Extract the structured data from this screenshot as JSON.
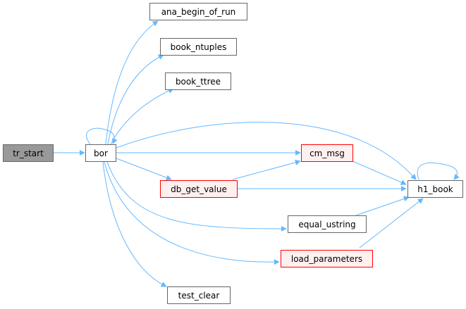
{
  "nodes": {
    "tr_start": "tr_start",
    "bor": "bor",
    "ana_begin_of_run": "ana_begin_of_run",
    "book_ntuples": "book_ntuples",
    "book_ttree": "book_ttree",
    "cm_msg": "cm_msg",
    "db_get_value": "db_get_value",
    "h1_book": "h1_book",
    "equal_ustring": "equal_ustring",
    "load_parameters": "load_parameters",
    "test_clear": "test_clear"
  },
  "colors": {
    "edge": "#63b8ff",
    "node_border": "#666666",
    "current_fill": "#999999",
    "warn_fill": "#fff0f0",
    "warn_border": "#ff0000"
  }
}
